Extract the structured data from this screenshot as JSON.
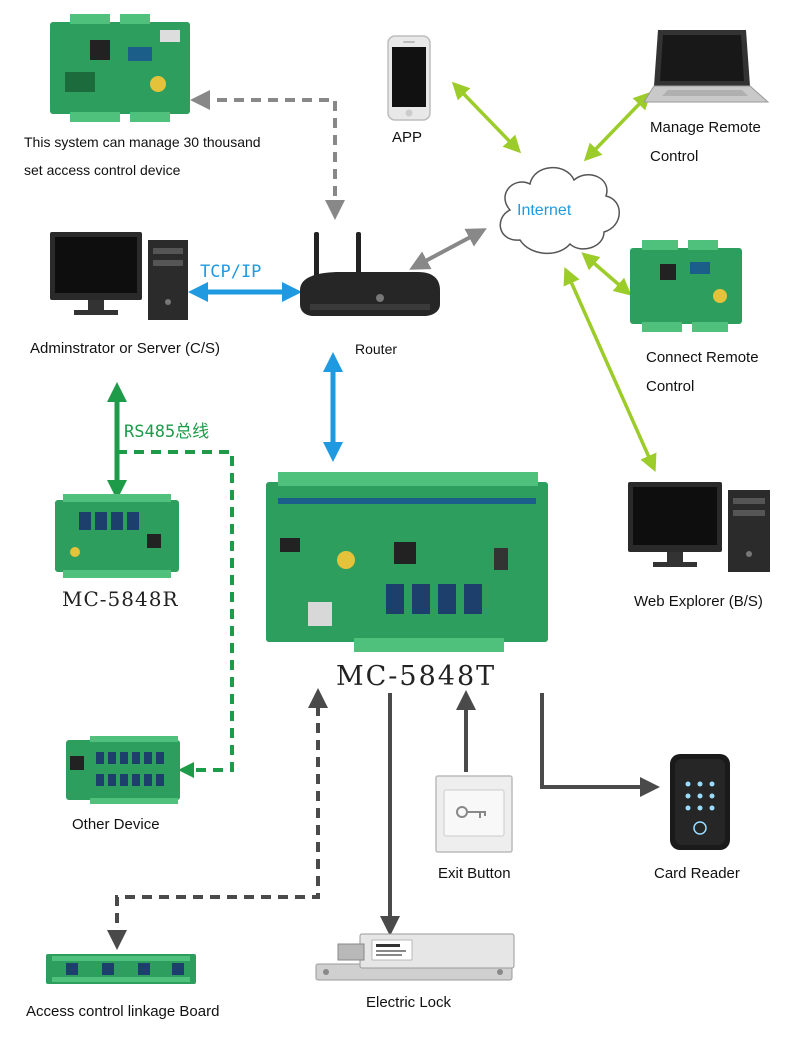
{
  "colors": {
    "blue": "#1f9ae0",
    "green_link": "#1e9b48",
    "yellow_green": "#9ccc2a",
    "gray_arrow": "#888888",
    "dark_arrow": "#4a4a4a",
    "pcb": "#2e9e5e",
    "terminal": "#4fc17c"
  },
  "labels": {
    "manage_text_line1": "This system can manage 30 thousand",
    "manage_text_line2": "set access control device",
    "app": "APP",
    "manage_remote_line1": "Manage Remote",
    "manage_remote_line2": "Control",
    "internet": "Internet",
    "tcpip": "TCP/IP",
    "admin": "Adminstrator or Server (C/S)",
    "router": "Router",
    "connect_remote_line1": "Connect Remote",
    "connect_remote_line2": "Control",
    "rs485": "RS485总线",
    "mc5848r": "MC-5848R",
    "web_explorer": "Web Explorer (B/S)",
    "mc5848t": "MC-5848T",
    "other_device": "Other Device",
    "exit_button": "Exit Button",
    "card_reader": "Card Reader",
    "linkage_board": "Access control linkage Board",
    "electric_lock": "Electric Lock"
  },
  "icons": [
    "controller-board-icon",
    "smartphone-icon",
    "laptop-icon",
    "cloud-icon",
    "desktop-pc-icon",
    "router-icon",
    "exit-button-icon",
    "card-reader-icon",
    "electric-lock-icon",
    "linkage-board-icon"
  ]
}
